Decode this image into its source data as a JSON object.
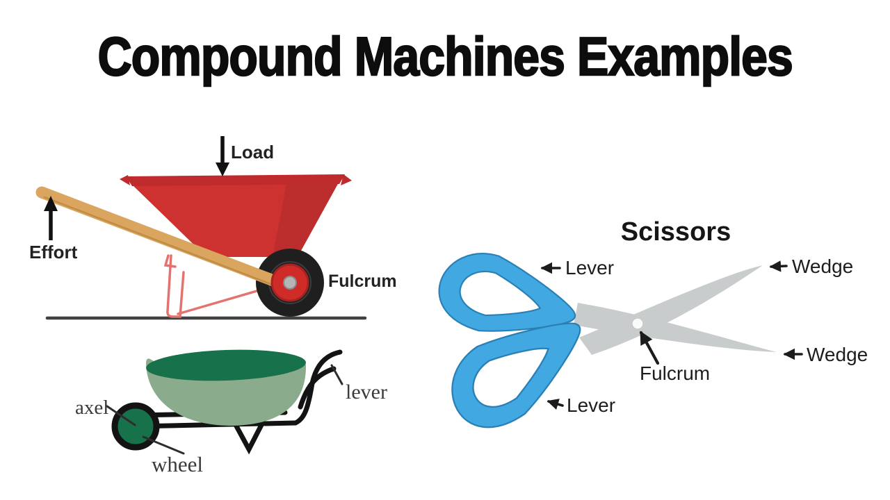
{
  "title": "Compound Machines Examples",
  "colors": {
    "background": "#ffffff",
    "title_black": "#0d0d0d",
    "barrow_red": "#cd3231",
    "barrow_rim_red": "#bf2a2c",
    "wood_tan": "#d9a55f",
    "frame_pink": "#e4736f",
    "tire_black": "#1f1f1f",
    "hub_red": "#cf2c28",
    "axle_gray": "#b5b5b5",
    "ground_gray": "#414141",
    "green_dark": "#17714a",
    "green_light": "#8aab8c",
    "frame_black": "#131313",
    "scissors_blue": "#41a8e1",
    "blade_gray": "#c9cccc",
    "label_dark": "#1d1d1d"
  },
  "red_wheelbarrow": {
    "load_label": "Load",
    "effort_label": "Effort",
    "fulcrum_label": "Fulcrum"
  },
  "green_wheelbarrow": {
    "axel_label": "axel",
    "wheel_label": "wheel",
    "lever_label": "lever"
  },
  "scissors": {
    "heading": "Scissors",
    "lever_top_label": "Lever",
    "wedge_top_label": "Wedge",
    "wedge_bottom_label": "Wedge",
    "lever_bottom_label": "Lever",
    "fulcrum_label": "Fulcrum"
  }
}
